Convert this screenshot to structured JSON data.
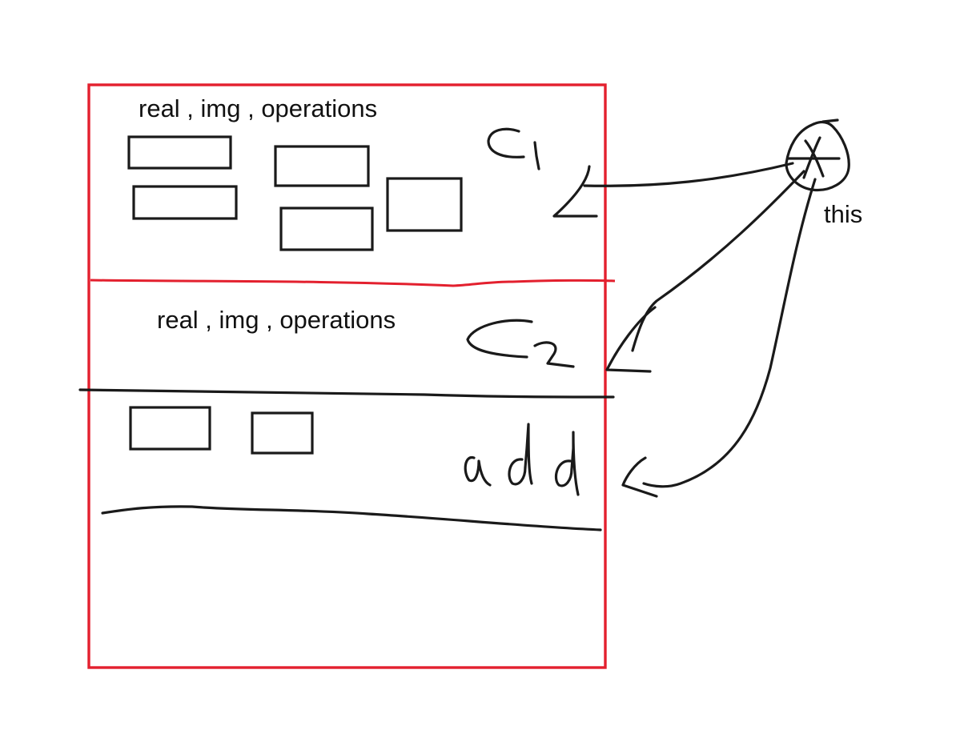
{
  "colors": {
    "frame": "#e3202e",
    "ink": "#1a1a1a",
    "background": "#ffffff"
  },
  "labels": {
    "section1_fields": "real , img , operations",
    "section2_fields": "real , img , operations",
    "this_label": "this",
    "c1_label": "C1",
    "c2_label": "C2",
    "add_label": "add"
  },
  "icons": {
    "this_pointer": "circle-with-cross-icon"
  }
}
